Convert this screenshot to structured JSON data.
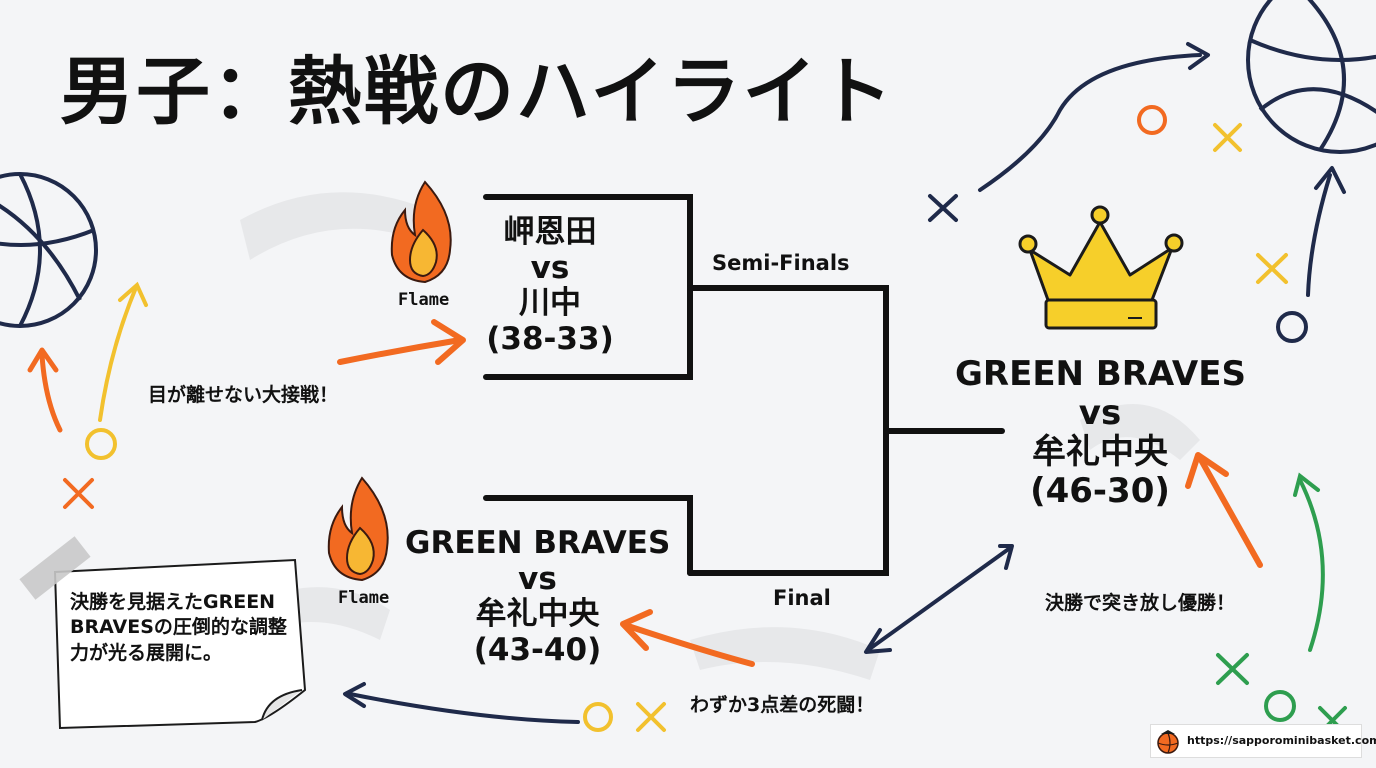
{
  "title": "男子：熱戦のハイライト",
  "bracket": {
    "semi_label": "Semi-Finals",
    "final_label": "Final",
    "match1": {
      "team1": "岬恩田",
      "vs": "vs",
      "team2": "川中",
      "score": "(38-33)",
      "flame_label": "Flame"
    },
    "match2": {
      "team1": "GREEN BRAVES",
      "vs": "vs",
      "team2": "牟礼中央",
      "score": "(43-40)",
      "flame_label": "Flame"
    },
    "final": {
      "team1": "GREEN BRAVES",
      "vs": "vs",
      "team2": "牟礼中央",
      "score": "(46-30)"
    }
  },
  "captions": {
    "match1": "目が離せない大接戦！",
    "match2": "わずか3点差の死闘！",
    "final": "決勝で突き放し優勝！"
  },
  "note": "決勝を見据えたGREEN BRAVESの圧倒的な調整力が光る展開に。",
  "site": "https://sapporominibasket.com/",
  "colors": {
    "arrow_orange": "#f26a21",
    "navy": "#1f2a4a",
    "yellow": "#f2c12e",
    "green": "#2e9e4f",
    "crown": "#f6cf2a"
  }
}
